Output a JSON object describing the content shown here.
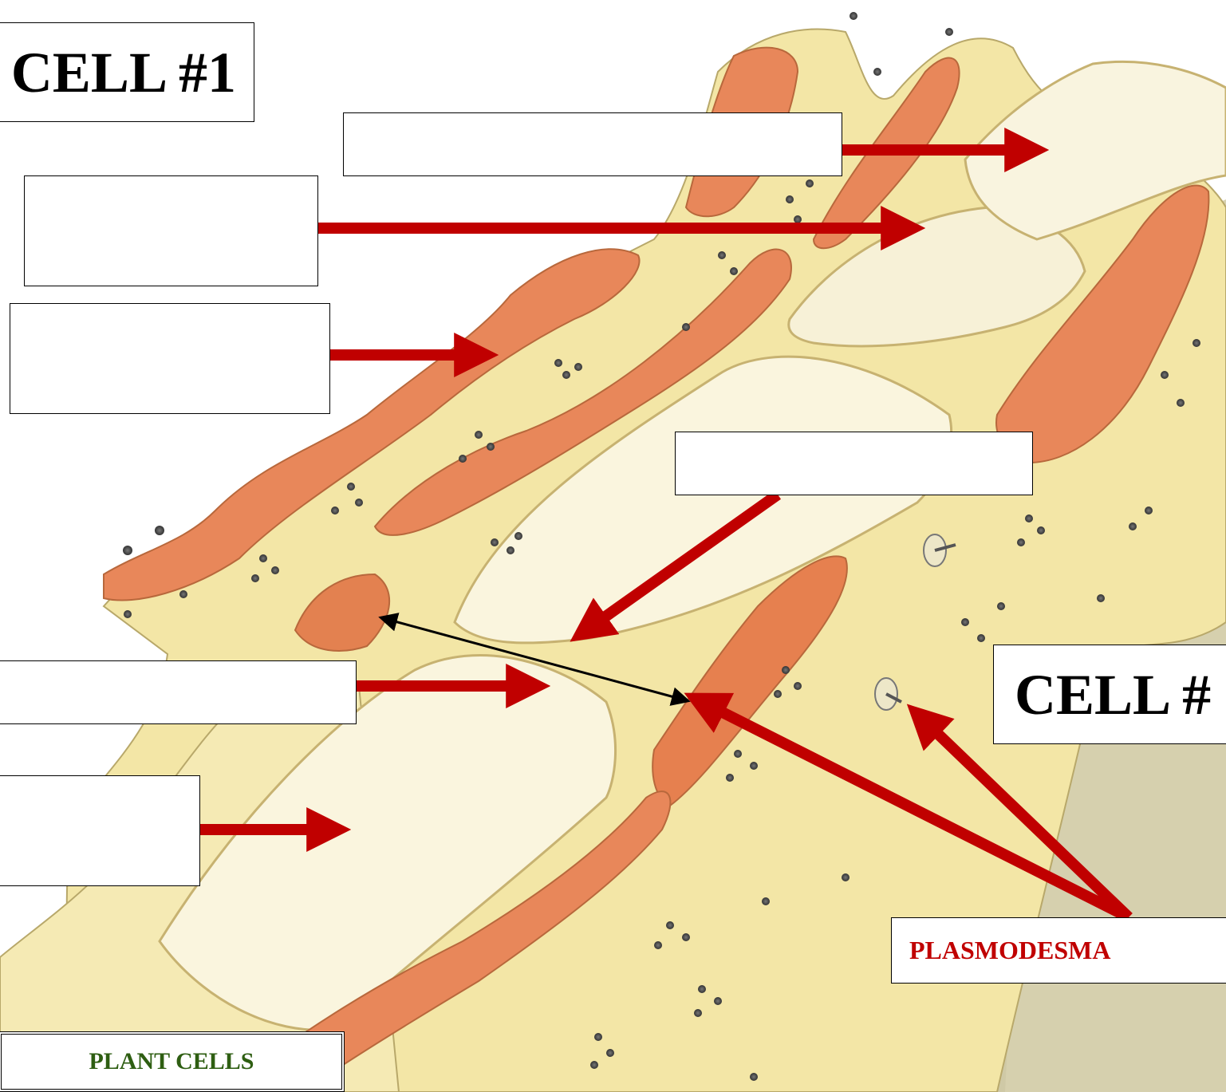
{
  "diagram": {
    "cell_1_label": "CELL #1",
    "cell_2_label": "CELL #",
    "plasmodesma_label": "PLASMODESMA",
    "plant_cells_label": "PLANT CELLS",
    "blank_labels": [
      "",
      "",
      "",
      "",
      "",
      ""
    ]
  },
  "colors": {
    "arrow_red": "#c00000",
    "cytoplasm": "#f3e6a6",
    "cell_wall": "#e8875a",
    "vacuole": "#f8f2d8",
    "middle_lamella": "#c9c39e",
    "plasmodesma_text": "#c00000",
    "title_green": "#2e5e12"
  }
}
